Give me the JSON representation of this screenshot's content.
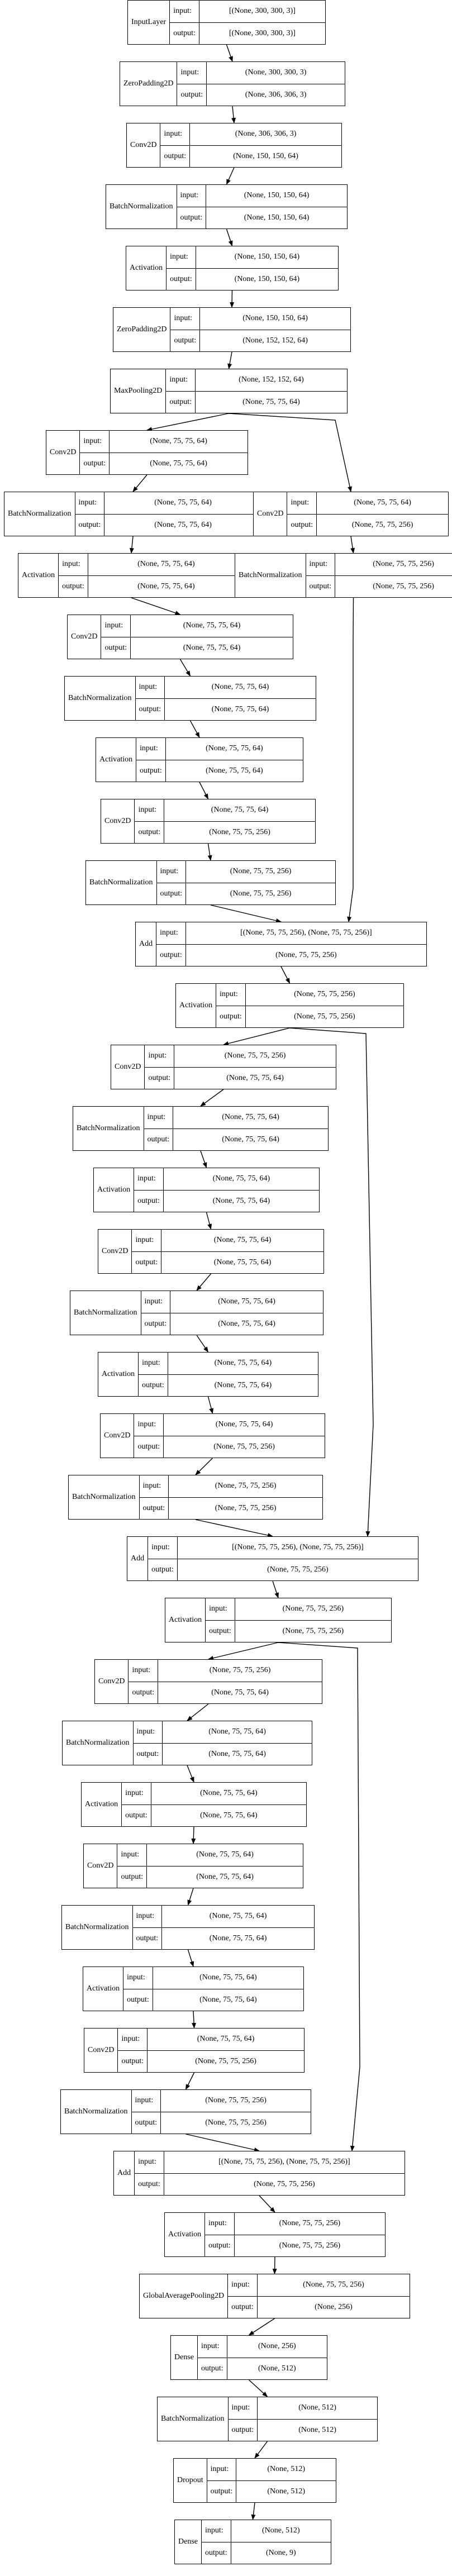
{
  "labels": {
    "input": "input:",
    "output": "output:"
  },
  "layers": [
    {
      "id": "input_1",
      "name": "InputLayer",
      "in": "[(None, 300, 300, 3)]",
      "out": "[(None, 300, 300, 3)]"
    },
    {
      "id": "zp1",
      "name": "ZeroPadding2D",
      "in": "(None, 300, 300, 3)",
      "out": "(None, 306, 306, 3)"
    },
    {
      "id": "conv1",
      "name": "Conv2D",
      "in": "(None, 306, 306, 3)",
      "out": "(None, 150, 150, 64)"
    },
    {
      "id": "bn1",
      "name": "BatchNormalization",
      "in": "(None, 150, 150, 64)",
      "out": "(None, 150, 150, 64)"
    },
    {
      "id": "act1",
      "name": "Activation",
      "in": "(None, 150, 150, 64)",
      "out": "(None, 150, 150, 64)"
    },
    {
      "id": "zp2",
      "name": "ZeroPadding2D",
      "in": "(None, 150, 150, 64)",
      "out": "(None, 152, 152, 64)"
    },
    {
      "id": "pool1",
      "name": "MaxPooling2D",
      "in": "(None, 152, 152, 64)",
      "out": "(None, 75, 75, 64)"
    },
    {
      "id": "b1c1",
      "name": "Conv2D",
      "in": "(None, 75, 75, 64)",
      "out": "(None, 75, 75, 64)"
    },
    {
      "id": "b1bn1",
      "name": "BatchNormalization",
      "in": "(None, 75, 75, 64)",
      "out": "(None, 75, 75, 64)"
    },
    {
      "id": "b1a1",
      "name": "Activation",
      "in": "(None, 75, 75, 64)",
      "out": "(None, 75, 75, 64)"
    },
    {
      "id": "b1c2",
      "name": "Conv2D",
      "in": "(None, 75, 75, 64)",
      "out": "(None, 75, 75, 64)"
    },
    {
      "id": "b1bn2",
      "name": "BatchNormalization",
      "in": "(None, 75, 75, 64)",
      "out": "(None, 75, 75, 64)"
    },
    {
      "id": "b1a2",
      "name": "Activation",
      "in": "(None, 75, 75, 64)",
      "out": "(None, 75, 75, 64)"
    },
    {
      "id": "b1c3",
      "name": "Conv2D",
      "in": "(None, 75, 75, 64)",
      "out": "(None, 75, 75, 256)"
    },
    {
      "id": "b1bn3",
      "name": "BatchNormalization",
      "in": "(None, 75, 75, 256)",
      "out": "(None, 75, 75, 256)"
    },
    {
      "id": "b1sc",
      "name": "Conv2D",
      "in": "(None, 75, 75, 64)",
      "out": "(None, 75, 75, 256)"
    },
    {
      "id": "b1scbn",
      "name": "BatchNormalization",
      "in": "(None, 75, 75, 256)",
      "out": "(None, 75, 75, 256)"
    },
    {
      "id": "add1",
      "name": "Add",
      "in": "[(None, 75, 75, 256), (None, 75, 75, 256)]",
      "out": "(None, 75, 75, 256)"
    },
    {
      "id": "act2",
      "name": "Activation",
      "in": "(None, 75, 75, 256)",
      "out": "(None, 75, 75, 256)"
    },
    {
      "id": "b2c1",
      "name": "Conv2D",
      "in": "(None, 75, 75, 256)",
      "out": "(None, 75, 75, 64)"
    },
    {
      "id": "b2bn1",
      "name": "BatchNormalization",
      "in": "(None, 75, 75, 64)",
      "out": "(None, 75, 75, 64)"
    },
    {
      "id": "b2a1",
      "name": "Activation",
      "in": "(None, 75, 75, 64)",
      "out": "(None, 75, 75, 64)"
    },
    {
      "id": "b2c2",
      "name": "Conv2D",
      "in": "(None, 75, 75, 64)",
      "out": "(None, 75, 75, 64)"
    },
    {
      "id": "b2bn2",
      "name": "BatchNormalization",
      "in": "(None, 75, 75, 64)",
      "out": "(None, 75, 75, 64)"
    },
    {
      "id": "b2a2",
      "name": "Activation",
      "in": "(None, 75, 75, 64)",
      "out": "(None, 75, 75, 64)"
    },
    {
      "id": "b2c3",
      "name": "Conv2D",
      "in": "(None, 75, 75, 64)",
      "out": "(None, 75, 75, 256)"
    },
    {
      "id": "b2bn3",
      "name": "BatchNormalization",
      "in": "(None, 75, 75, 256)",
      "out": "(None, 75, 75, 256)"
    },
    {
      "id": "add2",
      "name": "Add",
      "in": "[(None, 75, 75, 256), (None, 75, 75, 256)]",
      "out": "(None, 75, 75, 256)"
    },
    {
      "id": "act3",
      "name": "Activation",
      "in": "(None, 75, 75, 256)",
      "out": "(None, 75, 75, 256)"
    },
    {
      "id": "b3c1",
      "name": "Conv2D",
      "in": "(None, 75, 75, 256)",
      "out": "(None, 75, 75, 64)"
    },
    {
      "id": "b3bn1",
      "name": "BatchNormalization",
      "in": "(None, 75, 75, 64)",
      "out": "(None, 75, 75, 64)"
    },
    {
      "id": "b3a1",
      "name": "Activation",
      "in": "(None, 75, 75, 64)",
      "out": "(None, 75, 75, 64)"
    },
    {
      "id": "b3c2",
      "name": "Conv2D",
      "in": "(None, 75, 75, 64)",
      "out": "(None, 75, 75, 64)"
    },
    {
      "id": "b3bn2",
      "name": "BatchNormalization",
      "in": "(None, 75, 75, 64)",
      "out": "(None, 75, 75, 64)"
    },
    {
      "id": "b3a2",
      "name": "Activation",
      "in": "(None, 75, 75, 64)",
      "out": "(None, 75, 75, 64)"
    },
    {
      "id": "b3c3",
      "name": "Conv2D",
      "in": "(None, 75, 75, 64)",
      "out": "(None, 75, 75, 256)"
    },
    {
      "id": "b3bn3",
      "name": "BatchNormalization",
      "in": "(None, 75, 75, 256)",
      "out": "(None, 75, 75, 256)"
    },
    {
      "id": "add3",
      "name": "Add",
      "in": "[(None, 75, 75, 256), (None, 75, 75, 256)]",
      "out": "(None, 75, 75, 256)"
    },
    {
      "id": "act4",
      "name": "Activation",
      "in": "(None, 75, 75, 256)",
      "out": "(None, 75, 75, 256)"
    },
    {
      "id": "gap",
      "name": "GlobalAveragePooling2D",
      "in": "(None, 75, 75, 256)",
      "out": "(None, 256)"
    },
    {
      "id": "dense1",
      "name": "Dense",
      "in": "(None, 256)",
      "out": "(None, 512)"
    },
    {
      "id": "bnf",
      "name": "BatchNormalization",
      "in": "(None, 512)",
      "out": "(None, 512)"
    },
    {
      "id": "drop",
      "name": "Dropout",
      "in": "(None, 512)",
      "out": "(None, 512)"
    },
    {
      "id": "dense2",
      "name": "Dense",
      "in": "(None, 512)",
      "out": "(None, 9)"
    }
  ],
  "edges": [
    [
      "input_1",
      "zp1"
    ],
    [
      "zp1",
      "conv1"
    ],
    [
      "conv1",
      "bn1"
    ],
    [
      "bn1",
      "act1"
    ],
    [
      "act1",
      "zp2"
    ],
    [
      "zp2",
      "pool1"
    ],
    [
      "pool1",
      "b1c1"
    ],
    [
      "pool1",
      "b1sc"
    ],
    [
      "b1c1",
      "b1bn1"
    ],
    [
      "b1bn1",
      "b1a1"
    ],
    [
      "b1a1",
      "b1c2"
    ],
    [
      "b1c2",
      "b1bn2"
    ],
    [
      "b1bn2",
      "b1a2"
    ],
    [
      "b1a2",
      "b1c3"
    ],
    [
      "b1c3",
      "b1bn3"
    ],
    [
      "b1sc",
      "b1scbn"
    ],
    [
      "b1bn3",
      "add1"
    ],
    [
      "b1scbn",
      "add1"
    ],
    [
      "add1",
      "act2"
    ],
    [
      "act2",
      "b2c1"
    ],
    [
      "act2",
      "add2"
    ],
    [
      "b2c1",
      "b2bn1"
    ],
    [
      "b2bn1",
      "b2a1"
    ],
    [
      "b2a1",
      "b2c2"
    ],
    [
      "b2c2",
      "b2bn2"
    ],
    [
      "b2bn2",
      "b2a2"
    ],
    [
      "b2a2",
      "b2c3"
    ],
    [
      "b2c3",
      "b2bn3"
    ],
    [
      "b2bn3",
      "add2"
    ],
    [
      "add2",
      "act3"
    ],
    [
      "act3",
      "b3c1"
    ],
    [
      "act3",
      "add3"
    ],
    [
      "b3c1",
      "b3bn1"
    ],
    [
      "b3bn1",
      "b3a1"
    ],
    [
      "b3a1",
      "b3c2"
    ],
    [
      "b3c2",
      "b3bn2"
    ],
    [
      "b3bn2",
      "b3a2"
    ],
    [
      "b3a2",
      "b3c3"
    ],
    [
      "b3c3",
      "b3bn3"
    ],
    [
      "b3bn3",
      "add3"
    ],
    [
      "add3",
      "act4"
    ],
    [
      "act4",
      "gap"
    ],
    [
      "gap",
      "dense1"
    ],
    [
      "dense1",
      "bnf"
    ],
    [
      "bnf",
      "drop"
    ],
    [
      "drop",
      "dense2"
    ]
  ]
}
